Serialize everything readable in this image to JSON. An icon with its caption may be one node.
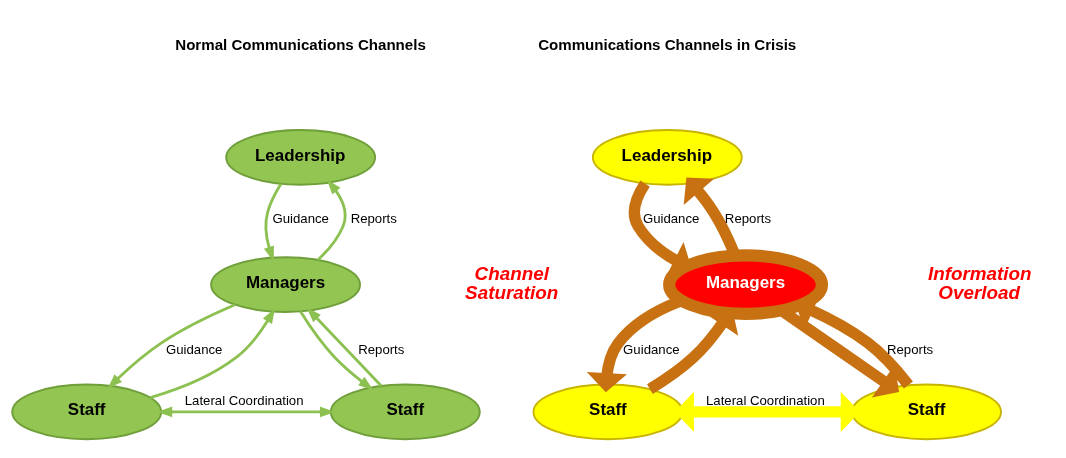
{
  "diagram": {
    "nodes": [
      {
        "text": [
          "Leadership"
        ]
      },
      {
        "text": [
          "Managers"
        ]
      },
      {
        "text": [
          "Staff"
        ]
      },
      {
        "text": [
          "Staff"
        ]
      },
      {
        "text": [
          "Leadership"
        ]
      },
      {
        "text": [
          "Managers"
        ]
      },
      {
        "text": [
          "Staff"
        ]
      },
      {
        "text": [
          "Staff"
        ]
      }
    ],
    "edges": [
      {
        "from": 0,
        "to": 1,
        "arrow": "to",
        "label": "Guidance"
      },
      {
        "from": 1,
        "to": 0,
        "arrow": "to",
        "label": "Reports"
      },
      {
        "from": 1,
        "to": 2,
        "arrow": "to",
        "label": "Guidance"
      },
      {
        "from": 2,
        "to": 1,
        "arrow": "to"
      },
      {
        "from": 1,
        "to": 3,
        "arrow": "to"
      },
      {
        "from": 3,
        "to": 1,
        "arrow": "to",
        "label": "Reports"
      },
      {
        "from": 2,
        "to": 3,
        "arrow": "both",
        "label": "Lateral Coordination"
      },
      {
        "from": 4,
        "to": 5,
        "arrow": "to",
        "label": "Guidance",
        "style": "thick",
        "color": "#c77112"
      },
      {
        "from": 5,
        "to": 4,
        "arrow": "to",
        "label": "Reports",
        "style": "thick",
        "color": "#c77112"
      },
      {
        "from": 5,
        "to": 6,
        "arrow": "to",
        "label": "Guidance",
        "style": "thick",
        "color": "#c77112"
      },
      {
        "from": 6,
        "to": 5,
        "arrow": "to",
        "style": "thick",
        "color": "#c77112"
      },
      {
        "from": 5,
        "to": 7,
        "arrow": "to",
        "style": "thick",
        "color": "#c77112"
      },
      {
        "from": 7,
        "to": 5,
        "arrow": "to",
        "label": "Reports",
        "style": "thick",
        "color": "#c77112"
      },
      {
        "from": 6,
        "to": 7,
        "arrow": "both",
        "label": "Lateral Coordination",
        "style": "thick",
        "color": "#ffff00"
      }
    ],
    "labels": [
      "Normal Communications Channels",
      "Communications Channels in Crisis",
      "Channel Saturation",
      "Information Overload"
    ]
  }
}
